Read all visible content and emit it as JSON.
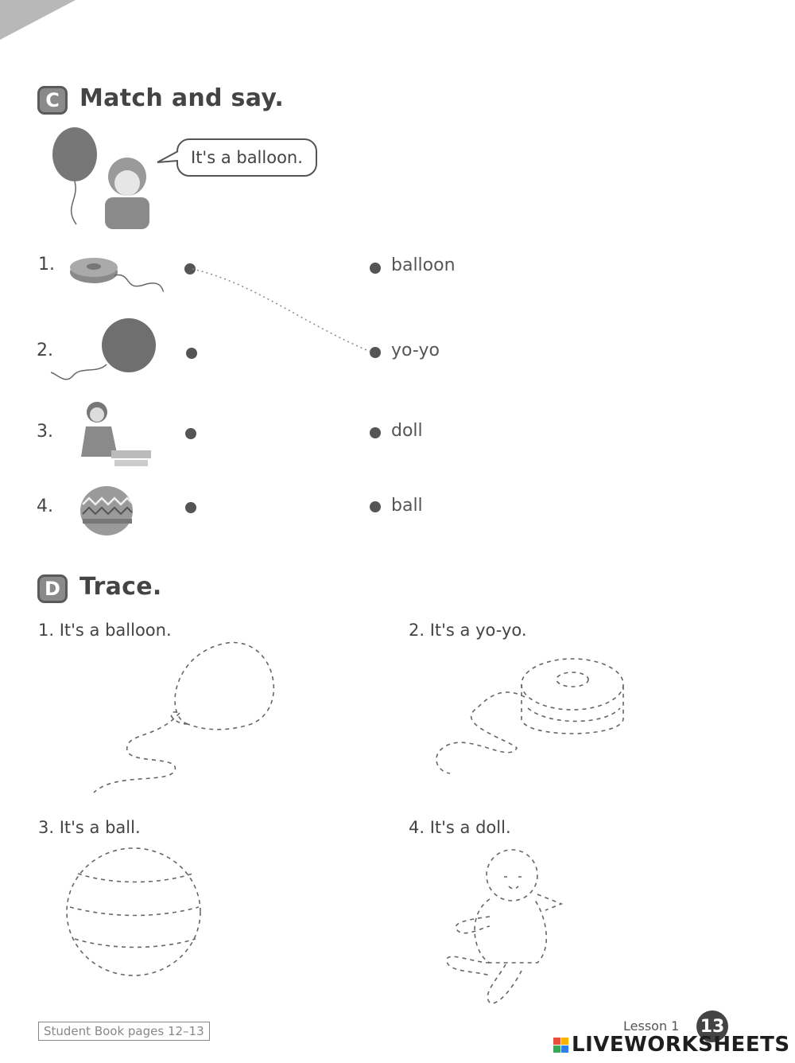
{
  "section_c": {
    "letter": "C",
    "title": "Match and say.",
    "speech": "It's a balloon."
  },
  "match_items": [
    {
      "num": "1.",
      "picture": "yo-yo-icon"
    },
    {
      "num": "2.",
      "picture": "balloon-icon"
    },
    {
      "num": "3.",
      "picture": "doll-icon"
    },
    {
      "num": "4.",
      "picture": "ball-icon"
    }
  ],
  "match_words": [
    "balloon",
    "yo-yo",
    "doll",
    "ball"
  ],
  "section_d": {
    "letter": "D",
    "title": "Trace.",
    "items": [
      {
        "num": "1.",
        "sentence": "It's a balloon.",
        "picture": "balloon-trace"
      },
      {
        "num": "2.",
        "sentence": "It's a yo-yo.",
        "picture": "yo-yo-trace"
      },
      {
        "num": "3.",
        "sentence": "It's a ball.",
        "picture": "ball-trace"
      },
      {
        "num": "4.",
        "sentence": "It's a doll.",
        "picture": "doll-trace"
      }
    ]
  },
  "footer": {
    "book_ref": "Student Book pages 12–13",
    "lesson": "Lesson 1",
    "page": "13",
    "watermark": "LIVEWORKSHEETS"
  },
  "colors": {
    "ink": "#3a3a3a",
    "badge": "#8a8a8a",
    "logo": [
      "#e94e3c",
      "#f6b400",
      "#3aa757",
      "#2f80ed"
    ]
  }
}
